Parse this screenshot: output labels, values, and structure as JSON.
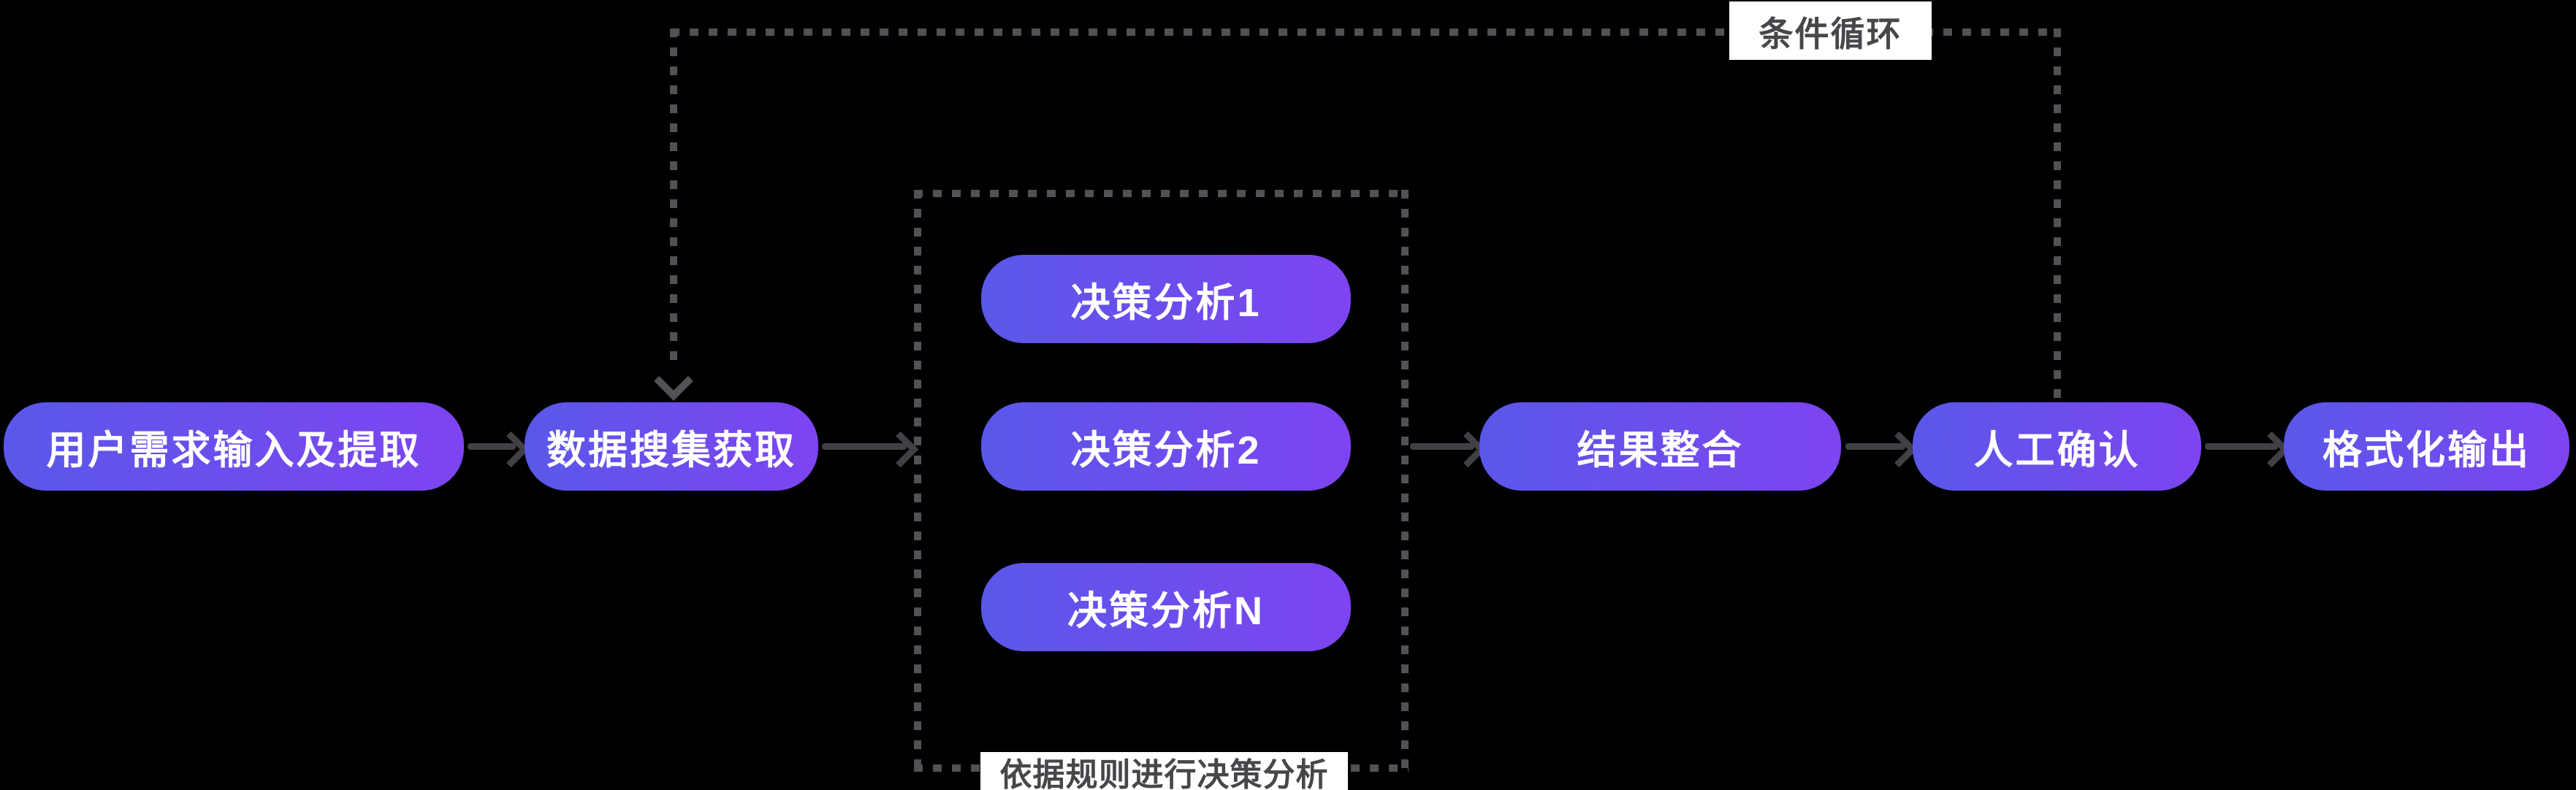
{
  "diagram": {
    "type": "flowchart",
    "colors": {
      "background": "#000000",
      "node_gradient_from": "#5a58e9",
      "node_gradient_to": "#7e44f1",
      "node_text": "#ffffff",
      "arrow": "#414145",
      "dash": "#515156",
      "label_bg": "#ffffff",
      "label_fg": "#47474b"
    },
    "nodes": {
      "user_input": "用户需求输入及提取",
      "data_collection": "数据搜集获取",
      "decision_1": "决策分析1",
      "decision_2": "决策分析2",
      "decision_n": "决策分析N",
      "result_merge": "结果整合",
      "manual_confirm": "人工确认",
      "formatted_output": "格式化输出"
    },
    "labels": {
      "loop": "条件循环",
      "group": "依据规则进行决策分析"
    }
  }
}
